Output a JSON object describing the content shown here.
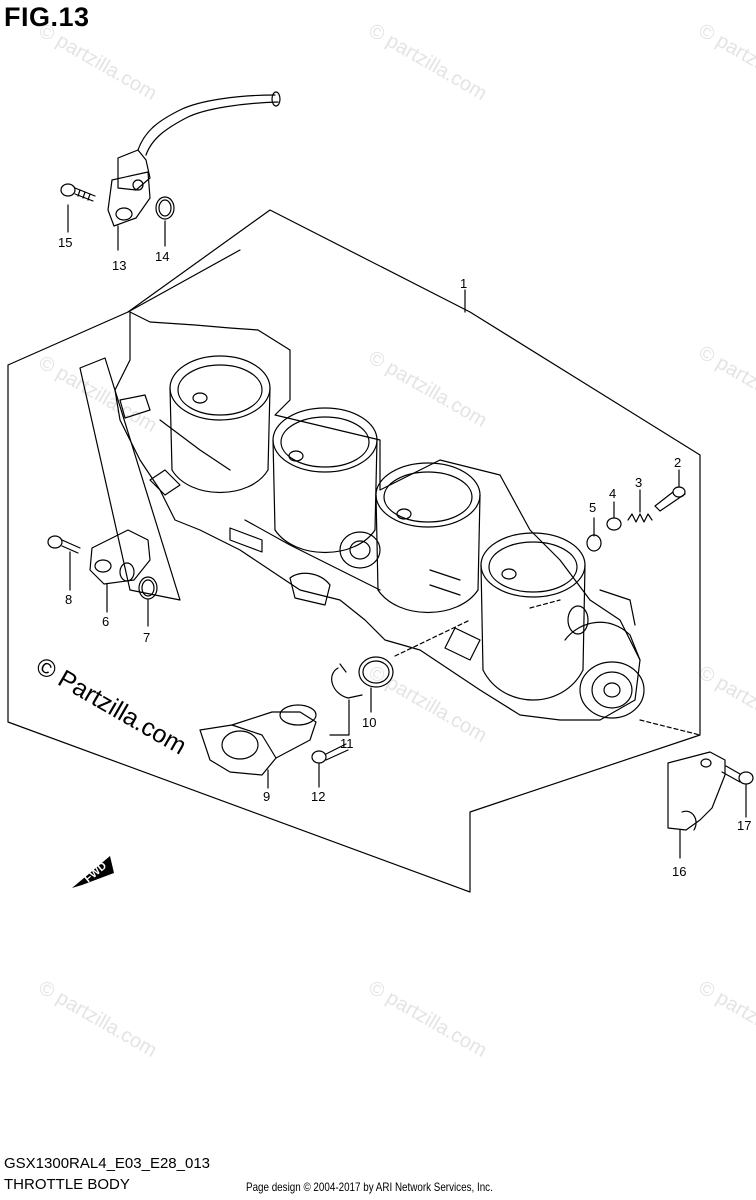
{
  "figure": {
    "label": "FIG.13",
    "model_code": "GSX1300RAL4_E03_E28_013",
    "title": "THROTTLE BODY",
    "credit": "Page design © 2004-2017 by ARI Network Services, Inc.",
    "direction_marker": "FWD"
  },
  "watermark": {
    "text": "© Partzilla.com",
    "faint_text": "© partzilla.com"
  },
  "callouts": [
    "1",
    "2",
    "3",
    "4",
    "5",
    "6",
    "7",
    "8",
    "9",
    "10",
    "11",
    "12",
    "13",
    "14",
    "15",
    "16",
    "17"
  ]
}
